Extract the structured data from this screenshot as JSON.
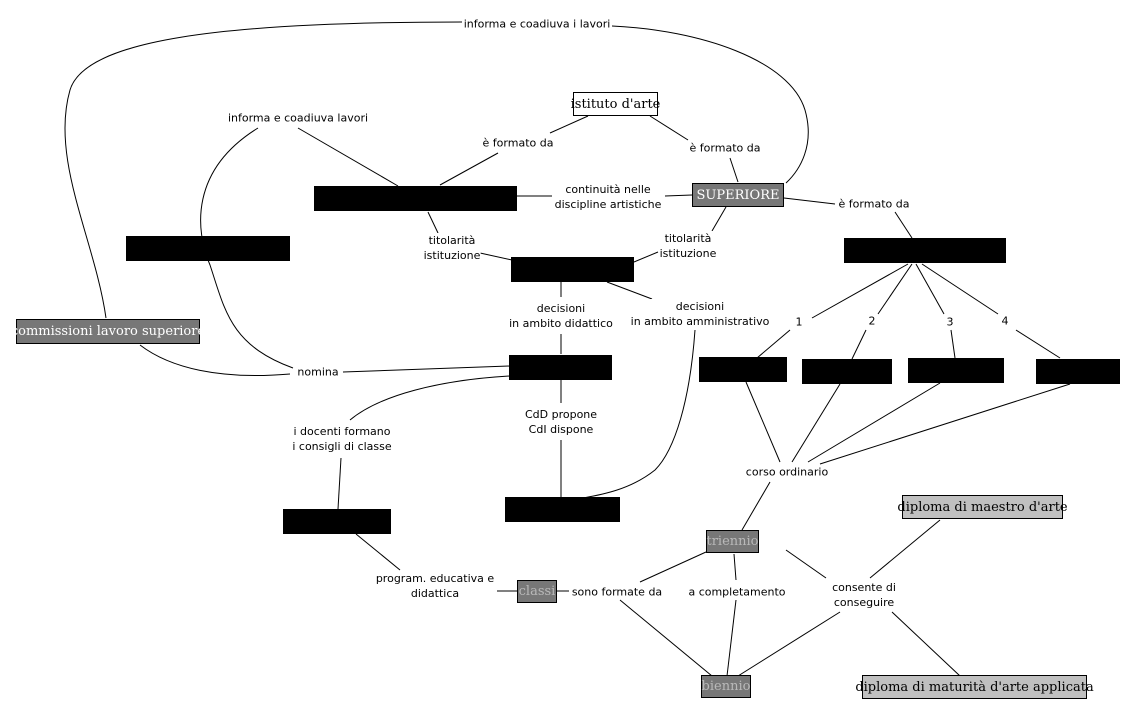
{
  "nodes": {
    "istituto_arte": "istituto d'arte",
    "superiore": "SUPERIORE",
    "commissioni": "commissioni lavoro superiore",
    "triennio": "triennio",
    "biennio": "biennio",
    "classi": "classi",
    "diploma_maestro": "diploma di maestro d'arte",
    "diploma_maturita": "diploma di maturità d'arte applicata"
  },
  "labels": {
    "informa_coadiuva_i_lavori": "informa e coadiuva i lavori",
    "informa_coadiuva_lavori": "informa e coadiuva lavori",
    "formato_da_left": "è formato da",
    "formato_da_right": "è formato da",
    "formato_da_far": "è formato da",
    "continuita": "continuità nelle\ndiscipline artistiche",
    "titolarita_left": "titolarità\nistituzione",
    "titolarita_right": "titolarità\nistituzione",
    "decisioni_didattico": "decisioni\nin ambito didattico",
    "decisioni_amministrativo": "decisioni\nin ambito amministrativo",
    "n1": "1",
    "n2": "2",
    "n3": "3",
    "n4": "4",
    "nomina": "nomina",
    "docenti": "i docenti formano\ni consigli di classe",
    "cdd": "CdD propone\nCdI dispone",
    "corso_ordinario": "corso ordinario",
    "program": "program. educativa e\ndidattica",
    "sono_formate": "sono formate da",
    "a_completamento": "a completamento",
    "consente": "consente di\nconseguire"
  }
}
